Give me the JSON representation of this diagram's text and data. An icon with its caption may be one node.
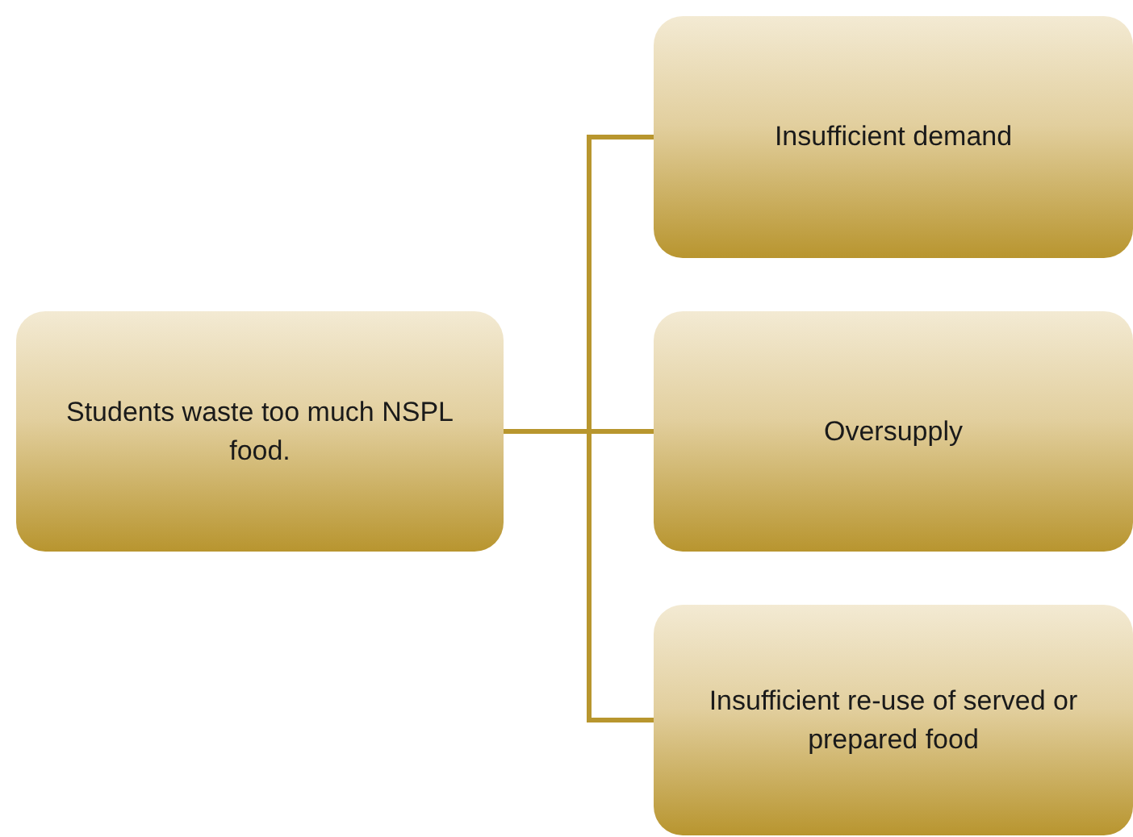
{
  "diagram": {
    "nodes": [
      {
        "text": [
          "Students waste too much NSPL food."
        ]
      },
      {
        "text": [
          "Insufficient demand"
        ]
      },
      {
        "text": [
          "Oversupply"
        ]
      },
      {
        "text": [
          "Insufficient re-use of served or prepared food"
        ]
      }
    ],
    "edges": [
      {
        "from": 0,
        "to": 1,
        "arrow": "none"
      },
      {
        "from": 0,
        "to": 2,
        "arrow": "none"
      },
      {
        "from": 0,
        "to": 3,
        "arrow": "none"
      }
    ]
  }
}
